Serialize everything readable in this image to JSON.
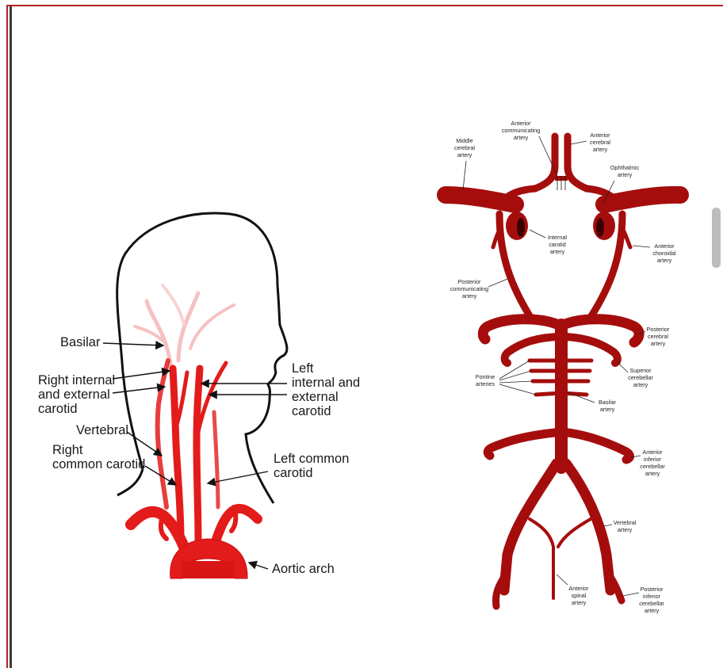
{
  "left_figure": {
    "labels": {
      "basilar": "Basilar",
      "right_internal_1": "Right internal",
      "right_internal_2": "and external",
      "right_internal_3": "carotid",
      "vertebral": "Vertebral",
      "right_common_1": "Right",
      "right_common_2": "common carotid",
      "left_internal_1": "Left",
      "left_internal_2": "internal and",
      "left_internal_3": "external",
      "left_internal_4": "carotid",
      "left_common_1": "Left common",
      "left_common_2": "carotid",
      "aortic_arch": "Aortic arch"
    }
  },
  "right_figure": {
    "labels": {
      "ant_comm_1": "Anterior",
      "ant_comm_2": "communicating",
      "ant_comm_3": "artery",
      "ant_cer_1": "Anterior",
      "ant_cer_2": "cerebral",
      "ant_cer_3": "artery",
      "mid_cer_1": "Middle",
      "mid_cer_2": "cerebral",
      "mid_cer_3": "artery",
      "ophthalmic_1": "Ophthalmic",
      "ophthalmic_2": "artery",
      "int_carotid_1": "Internal",
      "int_carotid_2": "carotid",
      "int_carotid_3": "artery",
      "ant_choroidal_1": "Anterior",
      "ant_choroidal_2": "choroidal",
      "ant_choroidal_3": "artery",
      "post_comm_1": "Posterior",
      "post_comm_2": "communicating",
      "post_comm_3": "artery",
      "post_cer_1": "Posterior",
      "post_cer_2": "cerebral",
      "post_cer_3": "artery",
      "sup_cereb_1": "Superior",
      "sup_cereb_2": "cerebellar",
      "sup_cereb_3": "artery",
      "pontine_1": "Pontine",
      "pontine_2": "arteries",
      "basilar_1": "Basilar",
      "basilar_2": "artery",
      "aica_1": "Anterior",
      "aica_2": "inferior",
      "aica_3": "cerebellar",
      "aica_4": "artery",
      "vertebral_1": "Vertebral",
      "vertebral_2": "artery",
      "ant_spinal_1": "Anterior",
      "ant_spinal_2": "spinal",
      "ant_spinal_3": "artery",
      "pica_1": "Posterior",
      "pica_2": "inferior",
      "pica_3": "cerebellar",
      "pica_4": "artery"
    }
  },
  "colors": {
    "artery": "#a50d0d",
    "artery_bright": "#e01010",
    "frame": "#b22222"
  }
}
